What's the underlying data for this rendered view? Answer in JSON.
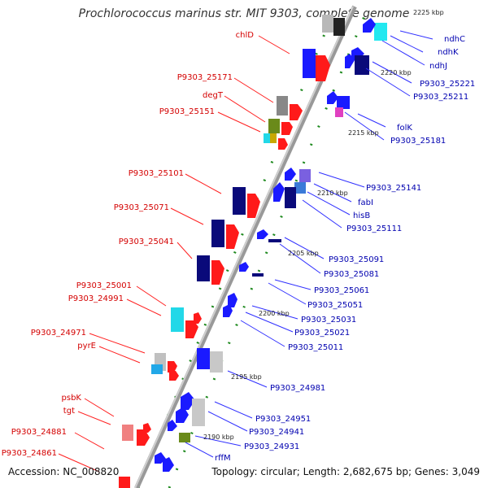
{
  "title": "Prochlorococcus marinus str. MIT 9303, complete genome",
  "footer": {
    "accession": "Accession: NC_008820",
    "topology": "Topology: circular; Length: 2,682,675 bp; Genes: 3,049"
  },
  "kbp_marks": [
    "2225 kbp",
    "2220 kbp",
    "2215 kbp",
    "2210 kbp",
    "2205 kbp",
    "2200 kbp",
    "2195 kbp",
    "2190 kbp"
  ],
  "left_labels": [
    "chlD",
    "P9303_25171",
    "degT",
    "P9303_25151",
    "P9303_25101",
    "P9303_25071",
    "P9303_25041",
    "P9303_25001",
    "P9303_24991",
    "P9303_24971",
    "pyrE",
    "psbK",
    "tgt",
    "P9303_24881",
    "P9303_24861"
  ],
  "right_labels": [
    "ndhC",
    "ndhK",
    "ndhJ",
    "P9303_25221",
    "P9303_25211",
    "folK",
    "P9303_25181",
    "P9303_25141",
    "fabI",
    "hisB",
    "P9303_25111",
    "P9303_25091",
    "P9303_25081",
    "P9303_25061",
    "P9303_25051",
    "P9303_25031",
    "P9303_25021",
    "P9303_25011",
    "P9303_24981",
    "P9303_24951",
    "P9303_24941",
    "P9303_24931",
    "rffM"
  ],
  "colors": {
    "left_label": "#d40000",
    "right_label": "#0000b0",
    "backbone": "#8a8a8a",
    "dots": "#1f8a1f",
    "red_gene": "#ff1a1a",
    "blue_gene": "#1a1aff",
    "navy_gene": "#0a0a7a",
    "gray_gene": "#b8b8b8",
    "cyan_gene": "#22d8e8",
    "olive_gene": "#6a8a1a",
    "pink_gene": "#f08080",
    "magenta_gene": "#e040c0",
    "violet_gene": "#7a60e0"
  }
}
